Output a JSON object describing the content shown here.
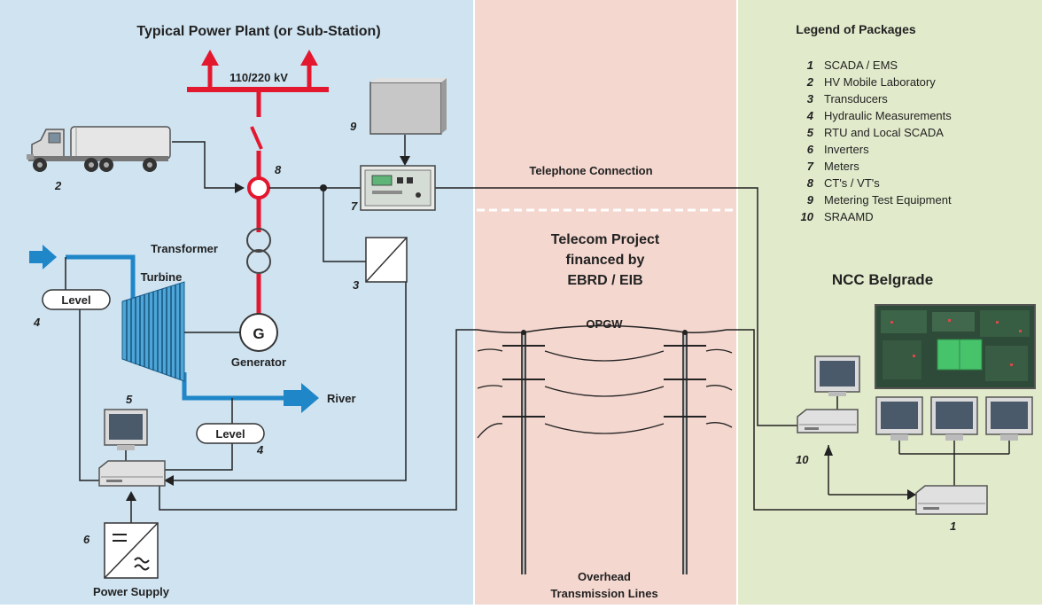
{
  "sections": {
    "plant_title": "Typical Power Plant (or Sub-Station)",
    "legend_title": "Legend of Packages",
    "telecom_title": [
      "Telecom Project",
      "financed by",
      "EBRD / EIB"
    ],
    "ncc_title": "NCC Belgrade"
  },
  "legend_items": [
    {
      "num": "1",
      "label": "SCADA / EMS"
    },
    {
      "num": "2",
      "label": "HV Mobile Laboratory"
    },
    {
      "num": "3",
      "label": "Transducers"
    },
    {
      "num": "4",
      "label": "Hydraulic Measurements"
    },
    {
      "num": "5",
      "label": "RTU and Local SCADA"
    },
    {
      "num": "6",
      "label": "Inverters"
    },
    {
      "num": "7",
      "label": "Meters"
    },
    {
      "num": "8",
      "label": "CT's / VT's"
    },
    {
      "num": "9",
      "label": "Metering Test Equipment"
    },
    {
      "num": "10",
      "label": "SRAAMD"
    }
  ],
  "labels": {
    "voltage": "110/220 kV",
    "transformer": "Transformer",
    "turbine": "Turbine",
    "generator": "Generator",
    "generator_symbol": "G",
    "river": "River",
    "level": "Level",
    "power_supply": "Power Supply",
    "telephone": "Telephone Connection",
    "opgw": "OPGW",
    "overhead": [
      "Overhead",
      "Transmission Lines"
    ]
  },
  "package_numbers": {
    "n1": "1",
    "n2": "2",
    "n3": "3",
    "n4a": "4",
    "n4b": "4",
    "n5": "5",
    "n6": "6",
    "n7": "7",
    "n8": "8",
    "n9": "9",
    "n10": "10"
  },
  "colors": {
    "plant_bg": "#cfe3f1",
    "telecom_bg": "#f4d7cf",
    "ncc_bg": "#e1ebcb",
    "busbar_red": "#e3182f",
    "water_blue": "#1f86c8",
    "wire": "#222222"
  }
}
